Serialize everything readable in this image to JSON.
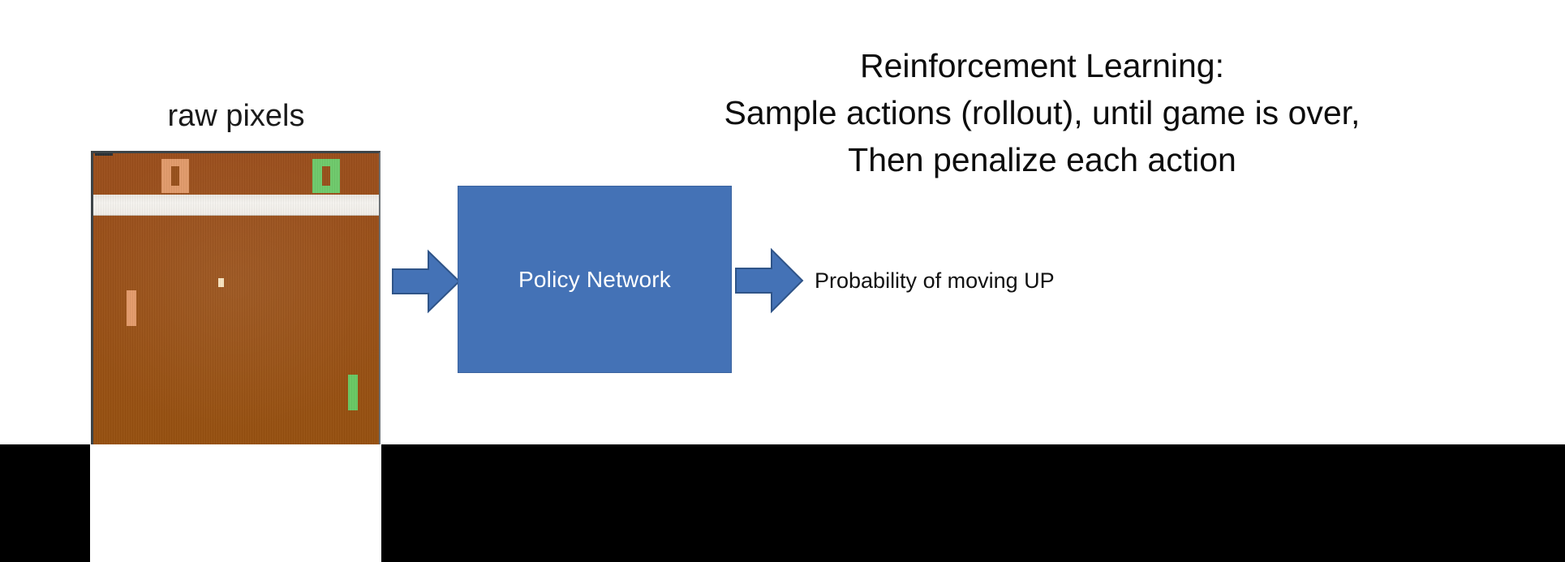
{
  "slide": {
    "background_color": "#ffffff",
    "heading": {
      "line1": "Reinforcement Learning:",
      "line2": "Sample actions (rollout), until game is over,",
      "line3": "Then penalize each action"
    }
  },
  "game_panel": {
    "caption": "raw pixels",
    "game": "Pong",
    "background_color": "#9a4e1c",
    "score_left": "0",
    "score_left_color": "#e09a6a",
    "score_right": "0",
    "score_right_color": "#6ec96b",
    "paddle_left_color": "#e39b6c",
    "paddle_right_color": "#68c863",
    "ball_color": "#f6e2bf",
    "divider_color": "#f1eee8"
  },
  "pipeline": {
    "input_arrow": "right-arrow-icon",
    "policy_network_label": "Policy Network",
    "policy_network_color": "#4472b6",
    "output_arrow": "right-arrow-icon",
    "output_label": "Probability of moving UP",
    "arrow_color": "#4472b6"
  },
  "letterbox": {
    "color": "#000000"
  }
}
